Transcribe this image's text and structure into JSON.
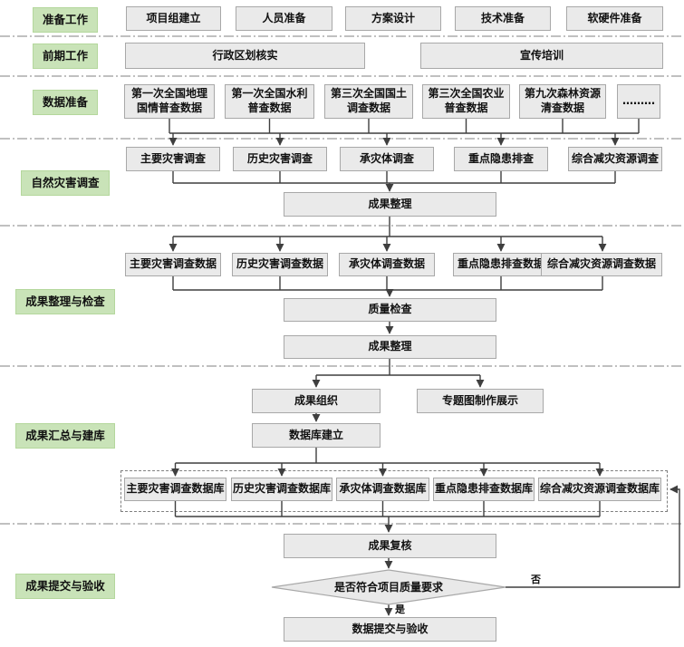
{
  "colors": {
    "lane_label_bg": "#c9e3b8",
    "box_bg": "#eaeaea",
    "box_border": "#a8a8a8",
    "connector_line": "#3f3f3f",
    "separator_line": "#9a9a9a"
  },
  "lanes": [
    {
      "label": "准备工作",
      "boxes": [
        "项目组建立",
        "人员准备",
        "方案设计",
        "技术准备",
        "软硬件准备"
      ]
    },
    {
      "label": "前期工作",
      "boxes": [
        "行政区划核实",
        "宣传培训"
      ]
    },
    {
      "label": "数据准备",
      "boxes": [
        "第一次全国地理\n国情普查数据",
        "第一次全国水利\n普查数据",
        "第三次全国国土\n调查数据",
        "第三次全国农业\n普查数据",
        "第九次森林资源\n清查数据",
        "………"
      ]
    },
    {
      "label": "自然灾害调查",
      "boxes": [
        "主要灾害调查",
        "历史灾害调查",
        "承灾体调查",
        "重点隐患排查",
        "综合减灾资源调查"
      ],
      "merge": "成果整理"
    },
    {
      "label": "成果整理与检查",
      "boxes": [
        "主要灾害调查数据",
        "历史灾害调查数据",
        "承灾体调查数据",
        "重点隐患排查数据",
        "综合减灾资源调查数据"
      ],
      "quality_check": "质量检查",
      "merge": "成果整理"
    },
    {
      "label": "成果汇总与建库",
      "organize": "成果组织",
      "thematic_map": "专题图制作展示",
      "build_database": "数据库建立",
      "databases": [
        "主要灾害调查数据库",
        "历史灾害调查数据库",
        "承灾体调查数据库",
        "重点隐患排查数据库",
        "综合减灾资源调查数据库"
      ]
    },
    {
      "label": "成果提交与验收",
      "recheck": "成果复核",
      "decision": "是否符合项目质量要求",
      "yes": "是",
      "no": "否",
      "submit": "数据提交与验收"
    }
  ]
}
